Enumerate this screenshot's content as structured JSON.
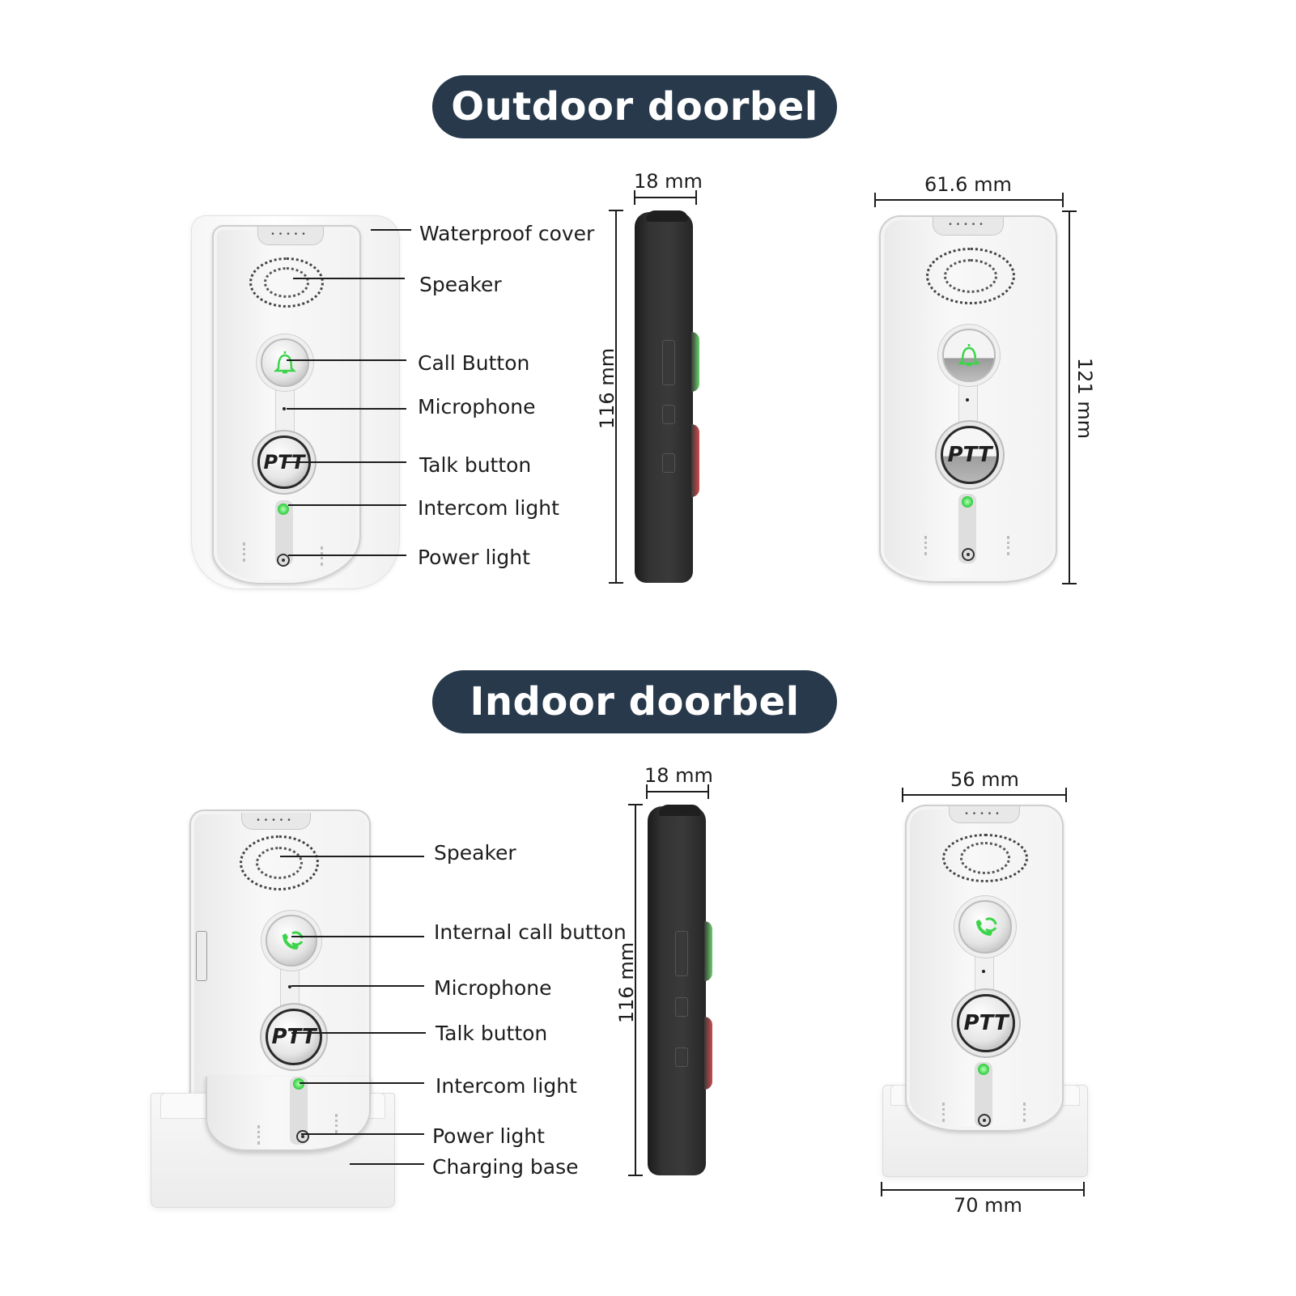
{
  "sections": {
    "outdoor": {
      "title": "Outdoor doorbel",
      "labels": [
        {
          "text": "Waterproof cover"
        },
        {
          "text": "Speaker"
        },
        {
          "text": "Call Button"
        },
        {
          "text": "Microphone"
        },
        {
          "text": "Talk button"
        },
        {
          "text": "Intercom light"
        },
        {
          "text": "Power light"
        }
      ],
      "side_view": {
        "width": "18 mm",
        "height": "116 mm"
      },
      "front_view": {
        "width": "61.6 mm",
        "height": "121 mm"
      },
      "buttons": {
        "call_icon": "bell-icon",
        "talk_text": "PTT"
      }
    },
    "indoor": {
      "title": "Indoor doorbel",
      "labels": [
        {
          "text": "Speaker"
        },
        {
          "text": "Internal call button"
        },
        {
          "text": "Microphone"
        },
        {
          "text": "Talk button"
        },
        {
          "text": "Intercom light"
        },
        {
          "text": "Power light"
        },
        {
          "text": "Charging base"
        }
      ],
      "side_view": {
        "width": "18 mm",
        "height": "116 mm"
      },
      "front_view": {
        "width": "56 mm",
        "base_width": "70 mm"
      },
      "buttons": {
        "call_icon": "phone-refresh-icon",
        "talk_text": "PTT"
      }
    }
  },
  "colors": {
    "pill_bg": "#27394b",
    "pill_text": "#ffffff",
    "led_green": "#3cd44a",
    "side_button_red": "#d04a4a",
    "device_black": "#2e2e2e"
  }
}
